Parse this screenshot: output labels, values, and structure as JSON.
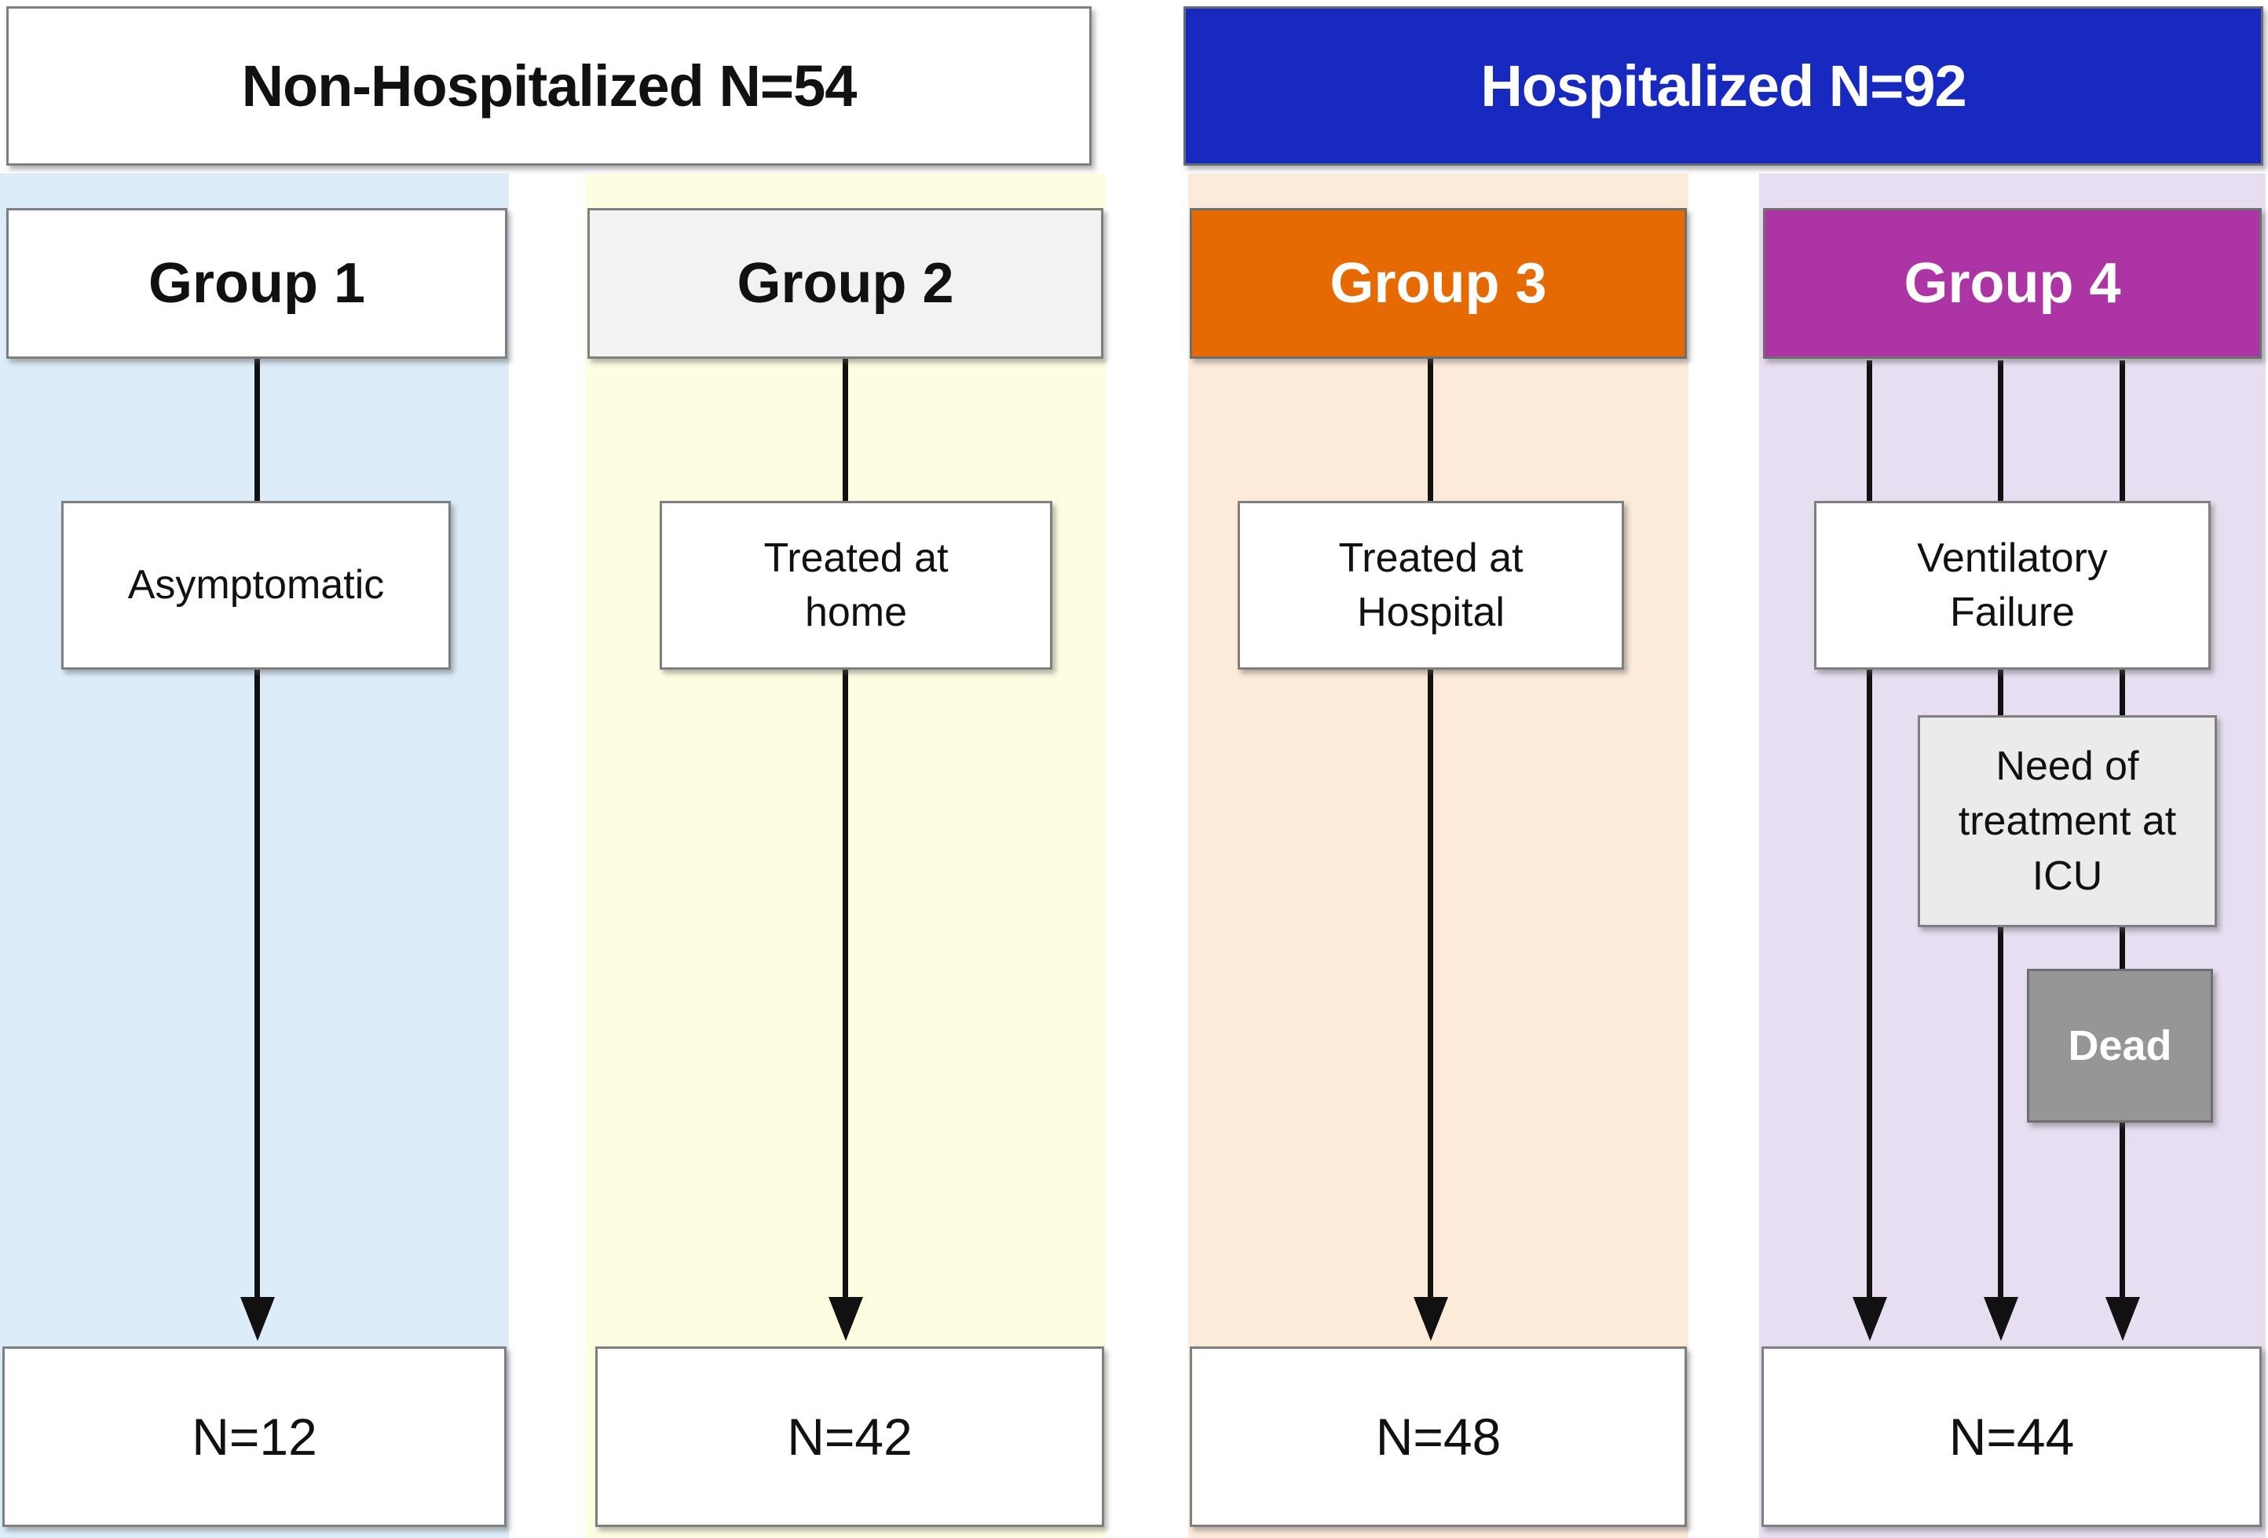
{
  "headers": {
    "non_hospitalized": "Non-Hospitalized N=54",
    "hospitalized": "Hospitalized N=92"
  },
  "groups": [
    {
      "label": "Group 1",
      "pathway": "Asymptomatic",
      "outcome": "N=12"
    },
    {
      "label": "Group 2",
      "pathway": "Treated at home",
      "outcome": "N=42"
    },
    {
      "label": "Group 3",
      "pathway": "Treated at Hospital",
      "outcome": "N=48"
    },
    {
      "label": "Group 4",
      "pathway": "Ventilatory Failure",
      "icu": "Need of treatment at ICU",
      "dead": "Dead",
      "outcome": "N=44"
    }
  ],
  "colors": {
    "non_hospitalized_header_bg": "#FFFFFF",
    "hospitalized_header_bg": "#1729BE",
    "group1_header_bg": "#FFFFFF",
    "group2_header_bg": "#F2F2F2",
    "group3_header_bg": "#E56A04",
    "group4_header_bg": "#AD34A5",
    "column1_bg": "#DCEDF9",
    "column2_bg": "#FEFDE2",
    "column3_bg": "#FCEBD9",
    "column4_bg": "#E7DEF1",
    "icu_box_bg": "#EBEBEB",
    "dead_box_bg": "#969696",
    "line_color": "#111111"
  }
}
